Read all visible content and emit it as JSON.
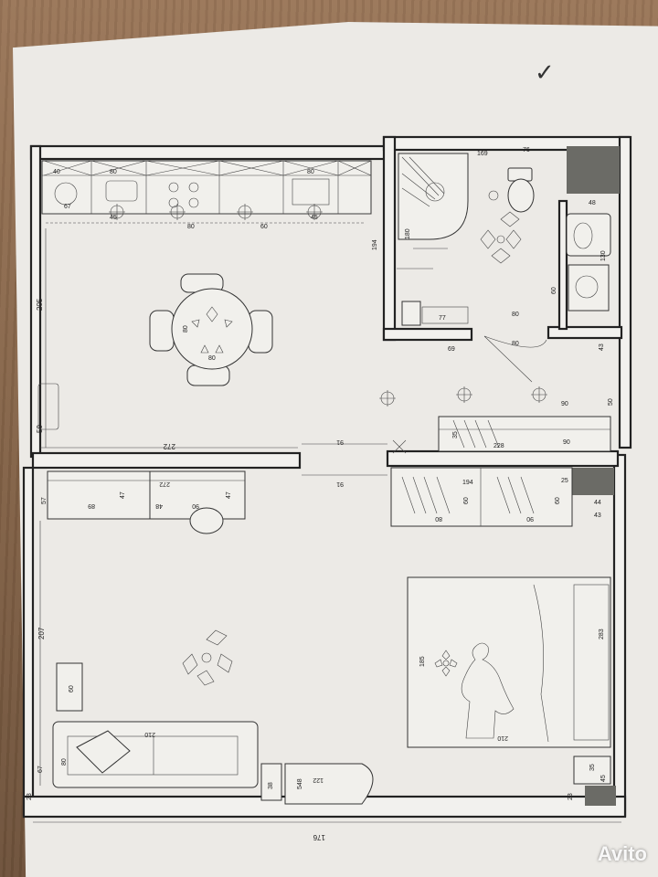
{
  "check_mark": "✓",
  "watermark": {
    "logo_text": "Avito"
  },
  "dimensions": {
    "kitchen_width": "272",
    "kitchen_height": "205",
    "kitchen_side": "50",
    "kitchen_cab_40": "40",
    "kitchen_cab_80": "80",
    "kitchen_cab_60": "60",
    "kitchen_cab_45": "45",
    "kitchen_cab_67": "67",
    "table_80a": "80",
    "table_80b": "80",
    "bath_top": "76",
    "bath_169": "169",
    "bath_48": "48",
    "bath_180": "180",
    "bath_60": "60",
    "bath_77": "77",
    "bath_130": "130",
    "bath_194": "194",
    "hall_69": "69",
    "hall_80": "80",
    "hall_80b": "80",
    "hall_90": "90",
    "hall_50": "50",
    "hall_43": "43",
    "hall_91a": "91",
    "hall_91b": "91",
    "hall_228": "228",
    "hall_35": "35",
    "hall_90b": "90",
    "room_272": "272",
    "room_57": "57",
    "room_89": "89",
    "room_47a": "47",
    "room_48": "48",
    "room_90": "90",
    "room_47b": "47",
    "room_207": "207",
    "room_60": "60",
    "room_67": "67",
    "room_80": "80",
    "sofa_210": "210",
    "room_38": "38",
    "room_548": "548",
    "room_122": "122",
    "room_176": "176",
    "room_23": "23",
    "ward_194": "194",
    "ward_60a": "60",
    "ward_60b": "60",
    "ward_80": "80",
    "ward_90": "90",
    "ward_25": "25",
    "ward_43": "43",
    "ward_44": "44",
    "bed_185": "185",
    "bed_210": "210",
    "bed_283": "283",
    "bed_35": "35",
    "bed_45": "45",
    "bed_23": "23"
  }
}
